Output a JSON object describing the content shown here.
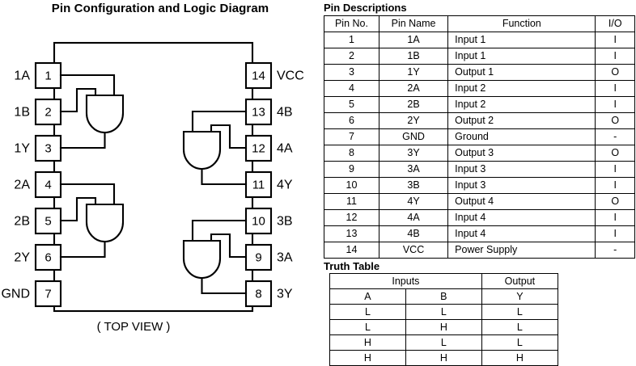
{
  "left": {
    "title": "Pin Configuration and Logic Diagram",
    "view_label": "( TOP VIEW )",
    "pins_left": [
      {
        "num": "1",
        "name": "1A"
      },
      {
        "num": "2",
        "name": "1B"
      },
      {
        "num": "3",
        "name": "1Y"
      },
      {
        "num": "4",
        "name": "2A"
      },
      {
        "num": "5",
        "name": "2B"
      },
      {
        "num": "6",
        "name": "2Y"
      },
      {
        "num": "7",
        "name": "GND"
      }
    ],
    "pins_right": [
      {
        "num": "14",
        "name": "VCC"
      },
      {
        "num": "13",
        "name": "4B"
      },
      {
        "num": "12",
        "name": "4A"
      },
      {
        "num": "11",
        "name": "4Y"
      },
      {
        "num": "10",
        "name": "3B"
      },
      {
        "num": "9",
        "name": "3A"
      },
      {
        "num": "8",
        "name": "3Y"
      }
    ],
    "gates": [
      {
        "id": "gate-1",
        "inputs": [
          "1",
          "2"
        ],
        "output": "3"
      },
      {
        "id": "gate-2",
        "inputs": [
          "4",
          "5"
        ],
        "output": "6"
      },
      {
        "id": "gate-3",
        "inputs": [
          "13",
          "12"
        ],
        "output": "11"
      },
      {
        "id": "gate-4",
        "inputs": [
          "10",
          "9"
        ],
        "output": "8"
      }
    ]
  },
  "pin_descriptions": {
    "title": "Pin Descriptions",
    "headers": [
      "Pin No.",
      "Pin Name",
      "Function",
      "I/O"
    ],
    "rows": [
      [
        "1",
        "1A",
        "Input 1",
        "I"
      ],
      [
        "2",
        "1B",
        "Input 1",
        "I"
      ],
      [
        "3",
        "1Y",
        "Output 1",
        "O"
      ],
      [
        "4",
        "2A",
        "Input 2",
        "I"
      ],
      [
        "5",
        "2B",
        "Input 2",
        "I"
      ],
      [
        "6",
        "2Y",
        "Output 2",
        "O"
      ],
      [
        "7",
        "GND",
        "Ground",
        "-"
      ],
      [
        "8",
        "3Y",
        "Output 3",
        "O"
      ],
      [
        "9",
        "3A",
        "Input 3",
        "I"
      ],
      [
        "10",
        "3B",
        "Input 3",
        "I"
      ],
      [
        "11",
        "4Y",
        "Output 4",
        "O"
      ],
      [
        "12",
        "4A",
        "Input 4",
        "I"
      ],
      [
        "13",
        "4B",
        "Input 4",
        "I"
      ],
      [
        "14",
        "VCC",
        "Power Supply",
        "-"
      ]
    ]
  },
  "truth_table": {
    "title": "Truth Table",
    "group_headers": [
      "Inputs",
      "Output"
    ],
    "sub_headers": [
      "A",
      "B",
      "Y"
    ],
    "rows": [
      [
        "L",
        "L",
        "L"
      ],
      [
        "L",
        "H",
        "L"
      ],
      [
        "H",
        "L",
        "L"
      ],
      [
        "H",
        "H",
        "H"
      ]
    ]
  },
  "colors": {
    "line": "#000000",
    "background": "#ffffff"
  }
}
